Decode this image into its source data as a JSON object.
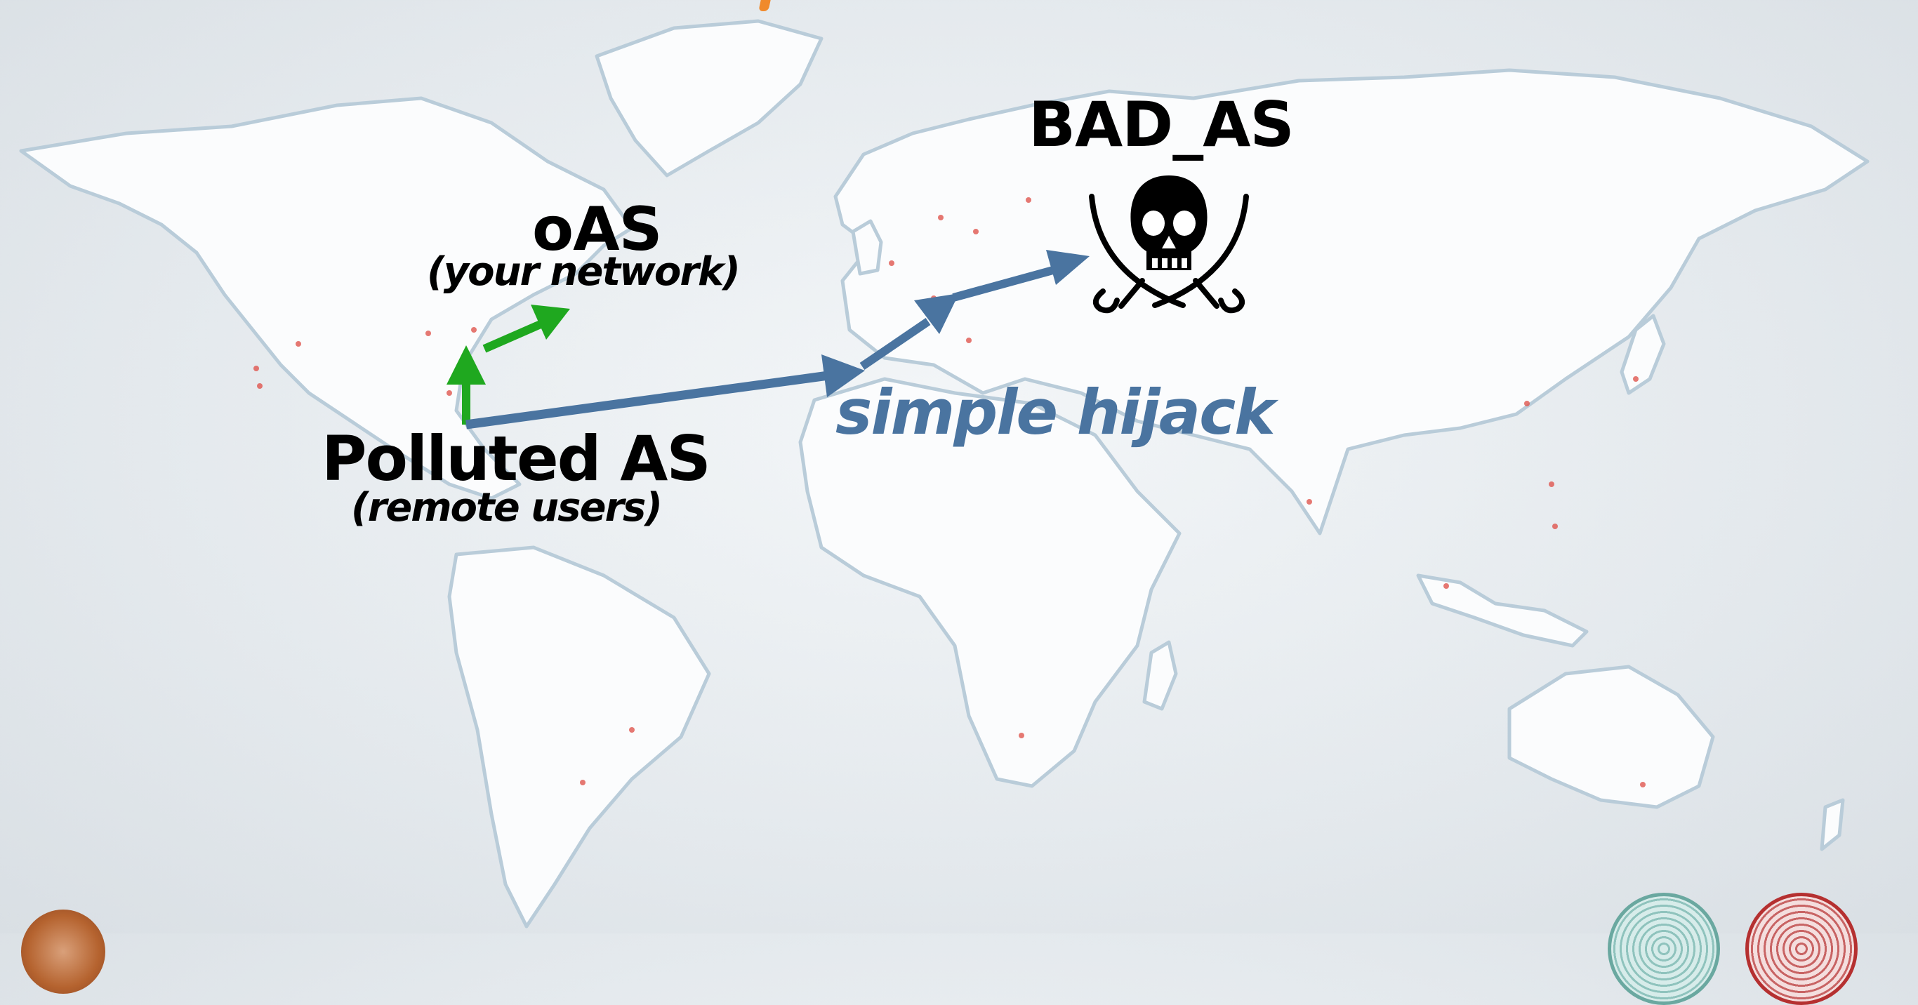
{
  "diagram": {
    "nodes": {
      "origin_as": {
        "title": "oAS",
        "subtitle": "(your network)"
      },
      "polluted_as": {
        "title": "Polluted AS",
        "subtitle": "(remote users)"
      },
      "bad_as": {
        "title": "BAD_AS",
        "icon": "skull-crossed-swords-icon"
      }
    },
    "paths": {
      "legit": {
        "color": "#1fa81f",
        "from": "polluted_as",
        "to": "origin_as"
      },
      "hijack": {
        "color": "#4a74a0",
        "from": "polluted_as",
        "to": "bad_as",
        "label": "simple hijack"
      }
    },
    "map": {
      "land_color": "#fbfcfd",
      "coast_color": "#b9ccd9",
      "city_dot_color": "#e0564f"
    }
  }
}
